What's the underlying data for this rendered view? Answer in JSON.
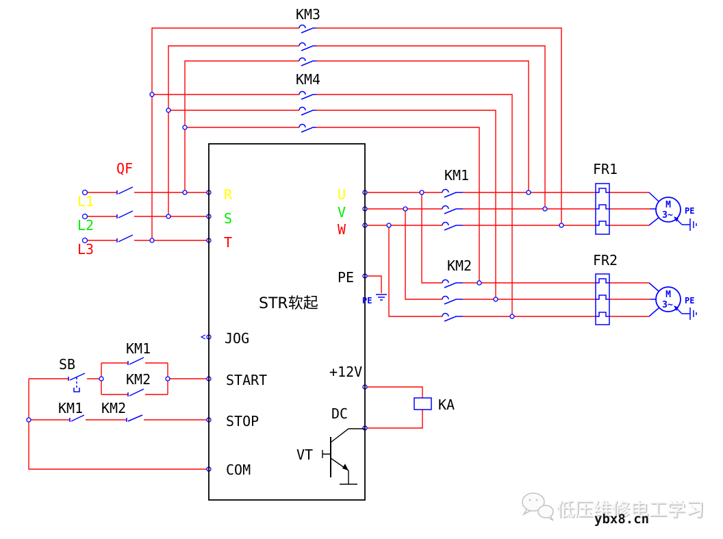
{
  "labels": {
    "km3": "KM3",
    "km4": "KM4",
    "qf": "QF",
    "l1": "L1",
    "l2": "L2",
    "l3": "L3",
    "r": "R",
    "s": "S",
    "t": "T",
    "u": "U",
    "v": "V",
    "w": "W",
    "pe": "PE",
    "device": "STR软起",
    "jog": "JOG",
    "start": "START",
    "stop": "STOP",
    "com": "COM",
    "plus12v": "+12V",
    "dc": "DC",
    "vt": "VT",
    "ka": "KA",
    "km1": "KM1",
    "km2": "KM2",
    "fr1": "FR1",
    "fr2": "FR2",
    "sb": "SB",
    "motor_letter": "M",
    "motor_phase": "3~"
  },
  "colors": {
    "wire": "#ff0000",
    "symbol": "#0000ff",
    "outline": "#000000",
    "phase_l1": "#ffff00",
    "phase_l2": "#00ee00",
    "phase_l3": "#ff0000"
  },
  "watermark": {
    "text": "低压维修电工学习",
    "site": "ybx8.cn"
  }
}
